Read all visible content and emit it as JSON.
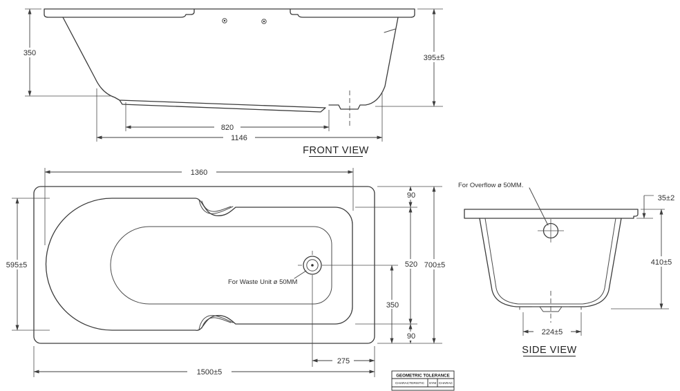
{
  "front_view": {
    "label": "FRONT VIEW",
    "dim_height_left": "350",
    "dim_height_right": "395±5",
    "dim_base_inner": "820",
    "dim_base_outer": "1146"
  },
  "top_view": {
    "dim_inner_length": "1360",
    "dim_inner_width": "595±5",
    "dim_overall_length": "1500±5",
    "dim_rim_top": "90",
    "dim_inner_right_width": "520",
    "dim_overall_width": "700±5",
    "dim_waste_to_bottom": "350",
    "dim_rim_bottom": "90",
    "dim_waste_to_right": "275",
    "waste_label": "For Waste Unit ø 50MM"
  },
  "side_view": {
    "label": "SIDE VIEW",
    "overflow_label": "For Overflow ø 50MM.",
    "dim_rim_drop": "35±2",
    "dim_height": "410±5",
    "dim_base_width": "224±5"
  },
  "tolerance_table": {
    "header": "GEOMETRIC TOLERANCE",
    "columns": [
      "CHARACTERISTIC",
      "SYM",
      "CHARAC"
    ]
  }
}
